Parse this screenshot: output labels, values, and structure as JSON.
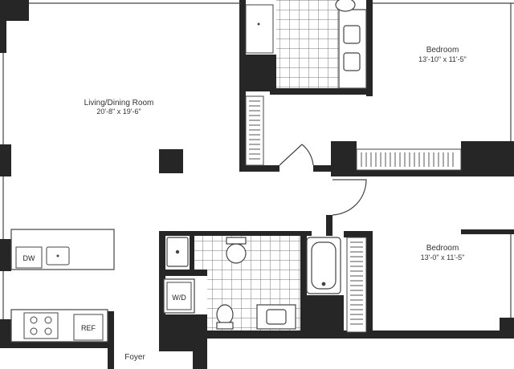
{
  "rooms": {
    "living": {
      "name": "Living/Dining Room",
      "dims": "20'-8\" x 19'-6\""
    },
    "bedroom1": {
      "name": "Bedroom",
      "dims": "13'-10\" x 11'-5\""
    },
    "bedroom2": {
      "name": "Bedroom",
      "dims": "13'-0\" x 11'-5\""
    },
    "foyer": {
      "name": "Foyer"
    }
  },
  "fixtures": {
    "dishwasher": "DW",
    "washer_dryer": "W/D",
    "refrigerator": "REF"
  },
  "colors": {
    "wall": "#262626",
    "line": "#444444",
    "tile": "#888888"
  }
}
